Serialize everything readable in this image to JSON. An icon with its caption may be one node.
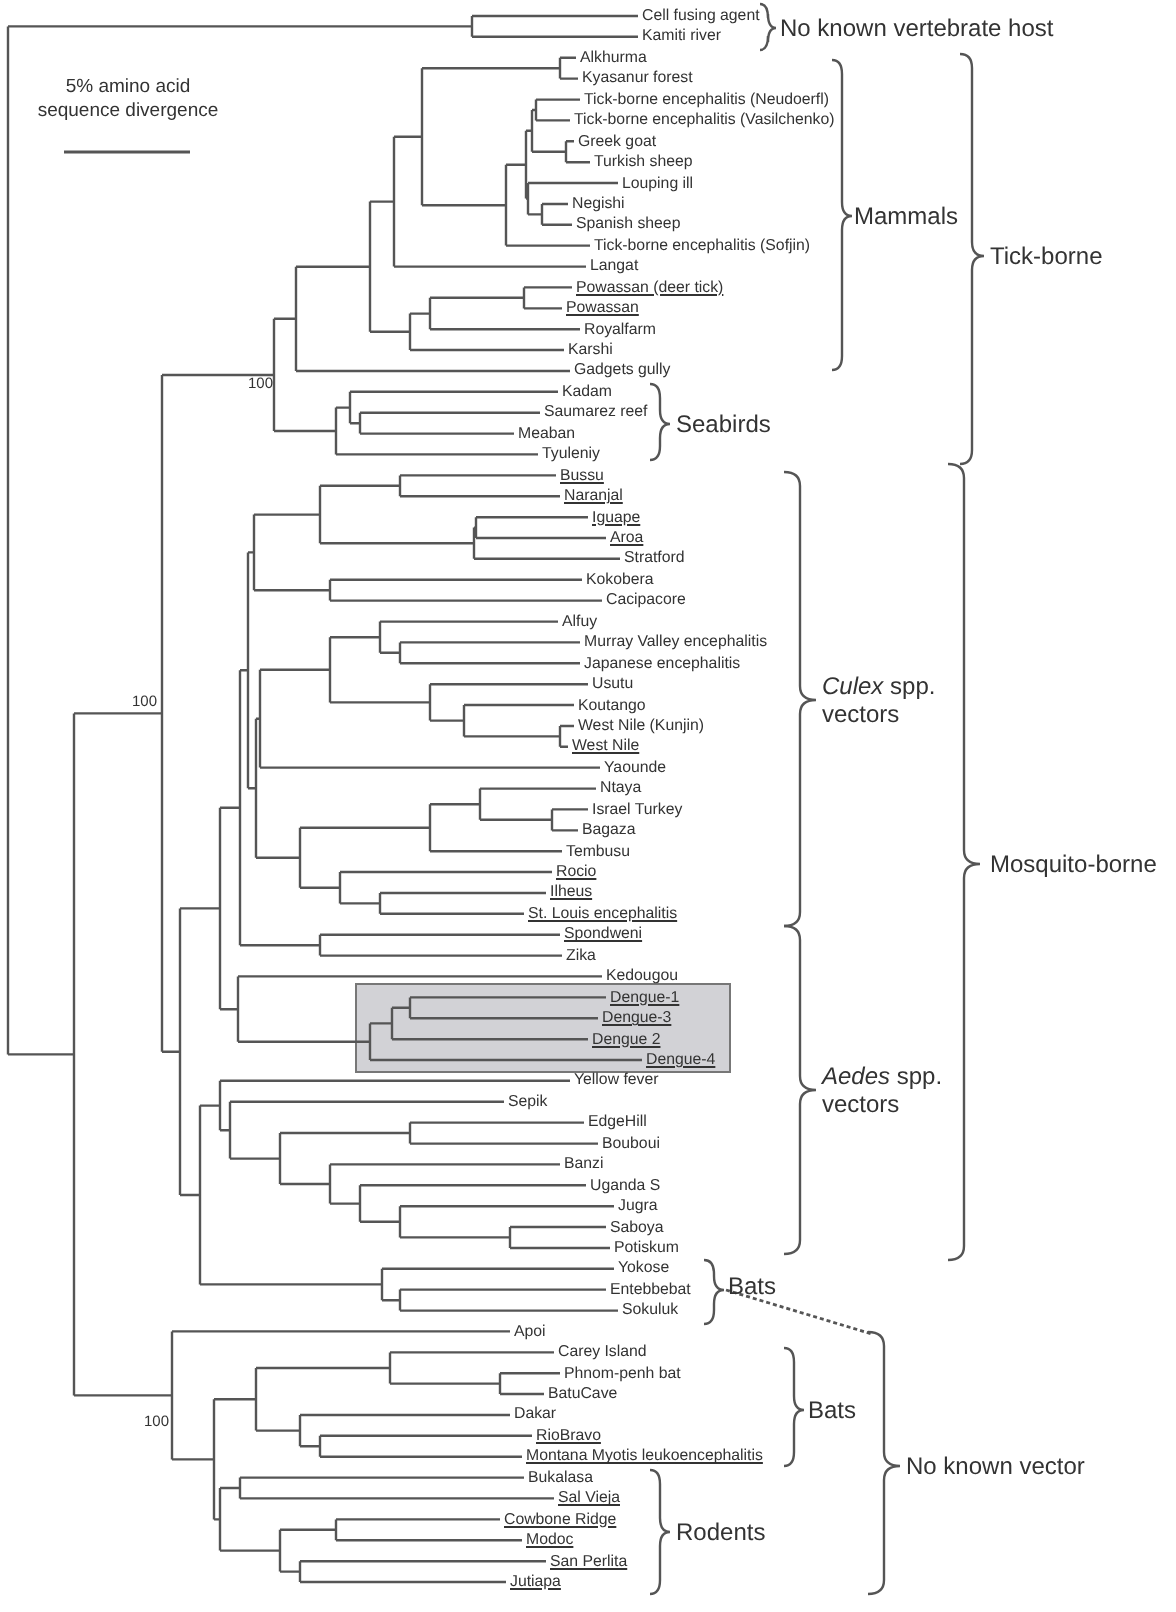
{
  "diagram": {
    "labels": [
      "5% amino acid sequence divergence",
      "Cell fusing agent",
      "Kamiti river",
      "Alkhurma",
      "Kyasanur forest",
      "Tick-borne encephalitis (Neudoerfl)",
      "Tick-borne encephalitis (Vasilchenko)",
      "Greek goat",
      "Turkish sheep",
      "Louping ill",
      "Negishi",
      "Spanish sheep",
      "Tick-borne encephalitis (Sofjin)",
      "Langat",
      "Powassan (deer tick)",
      "Powassan",
      "Royalfarm",
      "Karshi",
      "Gadgets gully",
      "Kadam",
      "Saumarez reef",
      "Meaban",
      "Tyuleniy",
      "Bussu",
      "Naranjal",
      "Iguape",
      "Aroa",
      "Stratford",
      "Kokobera",
      "Cacipacore",
      "Alfuy",
      "Murray Valley encephalitis",
      "Japanese encephalitis",
      "Usutu",
      "Koutango",
      "West Nile (Kunjin)",
      "West Nile",
      "Yaounde",
      "Ntaya",
      "Israel Turkey",
      "Bagaza",
      "Tembusu",
      "Rocio",
      "Ilheus",
      "St. Louis encephalitis",
      "Spondweni",
      "Zika",
      "Kedougou",
      "Dengue-1",
      "Dengue-3",
      "Dengue 2",
      "Dengue-4",
      "Yellow fever",
      "Sepik",
      "EdgeHill",
      "Bouboui",
      "Banzi",
      "Uganda S",
      "Jugra",
      "Saboya",
      "Potiskum",
      "Yokose",
      "Entebbebat",
      "Sokuluk",
      "Apoi",
      "Carey Island",
      "Phnom-penh bat",
      "BatuCave",
      "Dakar",
      "RioBravo",
      "Montana Myotis leukoencephalitis",
      "Bukalasa",
      "Sal Vieja",
      "Cowbone Ridge",
      "Modoc",
      "San Perlita",
      "Jutiapa",
      "100",
      "100",
      "100",
      "No known vertebrate host",
      "Mammals",
      "Tick-borne",
      "Seabirds",
      "*Culex* spp. vectors",
      "Mosquito-borne",
      "*Aedes* spp. vectors",
      "Bats",
      "Bats",
      "No known vector",
      "Rodents"
    ]
  }
}
